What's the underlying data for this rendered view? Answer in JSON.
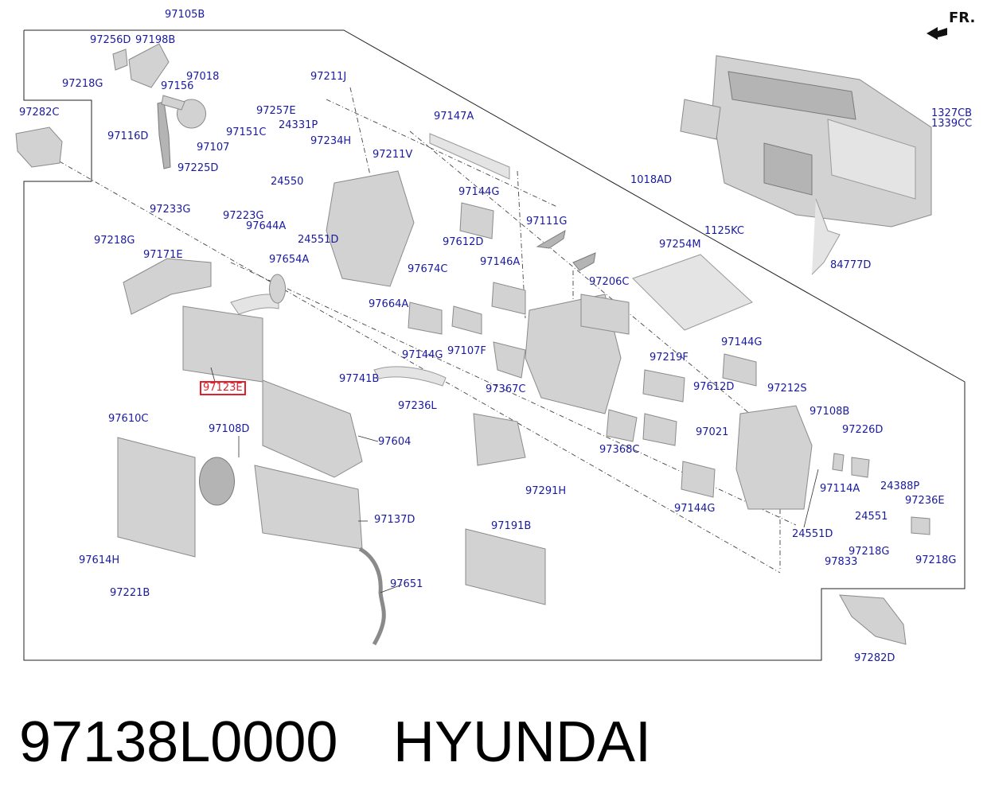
{
  "diagram": {
    "orientation": "FR.",
    "part_labels": [
      "97105B",
      "97256D",
      "97198B",
      "97218G",
      "97018",
      "97156",
      "97282C",
      "97116D",
      "97107",
      "97225D",
      "97233G",
      "97211J",
      "97234H",
      "97257E",
      "24331P",
      "97151C",
      "24550",
      "97223G",
      "97644A",
      "24551D",
      "97147A",
      "97211V",
      "97144G",
      "97612D",
      "97111G",
      "97218G",
      "97171E",
      "97654A",
      "97674C",
      "97146A",
      "97664A",
      "97254M",
      "97206C",
      "97144G",
      "97107F",
      "97123E",
      "97741B",
      "97236L",
      "97367C",
      "97219F",
      "97144G",
      "97612D",
      "97212S",
      "97108B",
      "97610C",
      "97108D",
      "97604",
      "97021",
      "97226D",
      "97368C",
      "97114A",
      "24388P",
      "97236E",
      "97144G",
      "97291H",
      "24551",
      "97137D",
      "97191B",
      "24551D",
      "97218G",
      "97218G",
      "97614H",
      "97833",
      "97221B",
      "97651",
      "97282D",
      "1327CB",
      "1339CC",
      "1018AD",
      "1125KC",
      "84777D"
    ],
    "highlighted_part": "97123E"
  },
  "caption": {
    "part_number": "97138L0000",
    "brand": "HYUNDAI"
  }
}
